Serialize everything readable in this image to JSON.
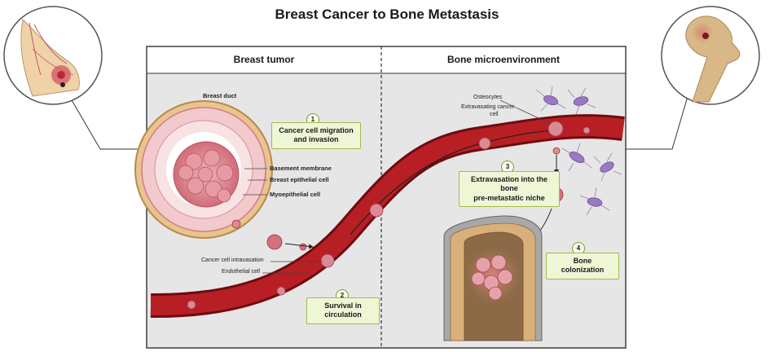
{
  "title": "Breast Cancer to Bone Metastasis",
  "panels": {
    "left_header": "Breast tumor",
    "right_header": "Bone microenvironment"
  },
  "labels": {
    "breast_duct": "Breast duct",
    "basement_membrane": "Basement membrane",
    "breast_epithelial_cell": "Breast epithelial cell",
    "myoepithelial_cell": "Myoepithelial cell",
    "intravasation": "Cancer cell intravasation",
    "endothelial_cell": "Endothelial cell",
    "osteocytes": "Osteocytes",
    "extravasating_line1": "Extravasating cancer",
    "extravasating_line2": "cell"
  },
  "steps": [
    {
      "num": "1",
      "line1": "Cancer cell migration",
      "line2": "and invasion"
    },
    {
      "num": "2",
      "line1": "Survival in",
      "line2": "circulation"
    },
    {
      "num": "3",
      "line1": "Extravasation into the bone",
      "line2": "pre-metastatic niche"
    },
    {
      "num": "4",
      "line1": "Bone colonization",
      "line2": ""
    }
  ],
  "colors": {
    "vessel": "#a3161c",
    "vessel_dark": "#7a0e12",
    "tumor": "#d9858e",
    "panel_bg": "#e4e4e4",
    "step_fill": "#eef6d6",
    "osteocyte": "#9a79c2",
    "bone": "#c79a68"
  }
}
